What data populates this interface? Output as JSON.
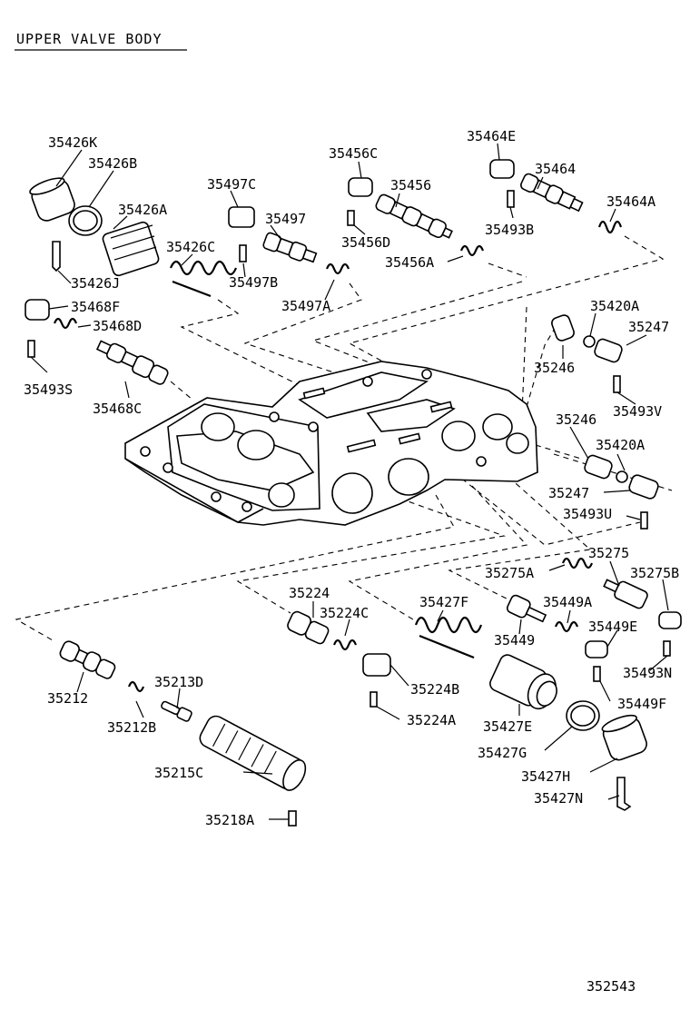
{
  "title": "UPPER VALVE BODY",
  "figure_number": "352543",
  "labels": {
    "l35426K": "35426K",
    "l35426B": "35426B",
    "l35426A": "35426A",
    "l35426C": "35426C",
    "l35426J": "35426J",
    "l35497C": "35497C",
    "l35497": "35497",
    "l35497B": "35497B",
    "l35497A": "35497A",
    "l35456C": "35456C",
    "l35456": "35456",
    "l35456D": "35456D",
    "l35456A": "35456A",
    "l35464E": "35464E",
    "l35464": "35464",
    "l35493B": "35493B",
    "l35464A": "35464A",
    "l35468F": "35468F",
    "l35468D": "35468D",
    "l35493S": "35493S",
    "l35468C": "35468C",
    "l35420A_1": "35420A",
    "l35247_1": "35247",
    "l35246_1": "35246",
    "l35493V": "35493V",
    "l35246_2": "35246",
    "l35420A_2": "35420A",
    "l35247_2": "35247",
    "l35493U": "35493U",
    "l35275": "35275",
    "l35275A": "35275A",
    "l35275B": "35275B",
    "l35224": "35224",
    "l35224C": "35224C",
    "l35224B": "35224B",
    "l35224A": "35224A",
    "l35427F": "35427F",
    "l35449A": "35449A",
    "l35449": "35449",
    "l35449E": "35449E",
    "l35493N": "35493N",
    "l35449F": "35449F",
    "l35427E": "35427E",
    "l35427G": "35427G",
    "l35427H": "35427H",
    "l35427N": "35427N",
    "l35212": "35212",
    "l35212B": "35212B",
    "l35213D": "35213D",
    "l35215C": "35215C",
    "l35218A": "35218A"
  }
}
